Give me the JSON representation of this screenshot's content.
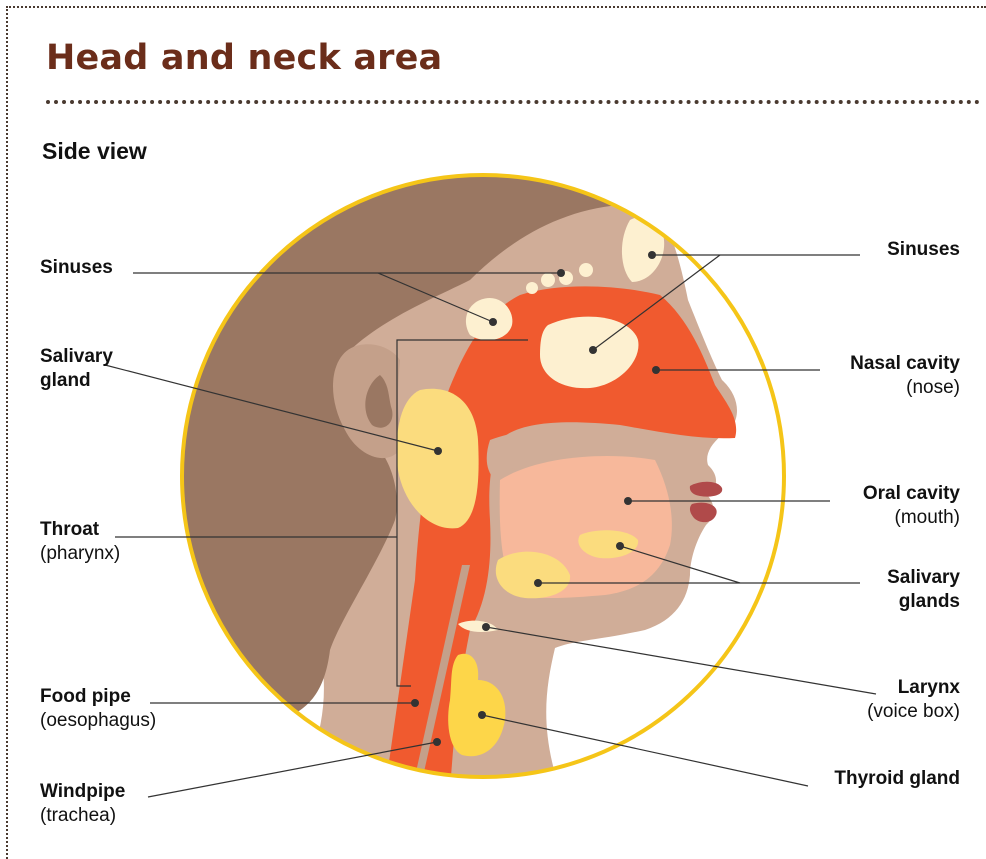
{
  "title": "Head and neck area",
  "subtitle": "Side view",
  "labels": {
    "sinuses_left": {
      "name": "Sinuses"
    },
    "salivary_gland": {
      "name": "Salivary",
      "name2": "gland"
    },
    "throat": {
      "name": "Throat",
      "sub": "(pharynx)"
    },
    "food_pipe": {
      "name": "Food pipe",
      "sub": "(oesophagus)"
    },
    "windpipe": {
      "name": "Windpipe",
      "sub": "(trachea)"
    },
    "sinuses_right": {
      "name": "Sinuses"
    },
    "nasal_cavity": {
      "name": "Nasal cavity",
      "sub": "(nose)"
    },
    "oral_cavity": {
      "name": "Oral cavity",
      "sub": "(mouth)"
    },
    "salivary_glands": {
      "name": "Salivary",
      "name2": "glands"
    },
    "larynx": {
      "name": "Larynx",
      "sub": "(voice box)"
    },
    "thyroid_gland": {
      "name": "Thyroid gland"
    }
  },
  "colors": {
    "title": "#6b2d1a",
    "hair": "#9a7762",
    "skin": "#d0ad98",
    "airway": "#f05a2f",
    "mouth": "#f7b89b",
    "gland": "#fbdc7e",
    "thyroid": "#fdd649",
    "sinus": "#fdf0d0",
    "lips": "#b04a4a",
    "circle_border": "#f5c518",
    "leader_line": "#333333"
  }
}
